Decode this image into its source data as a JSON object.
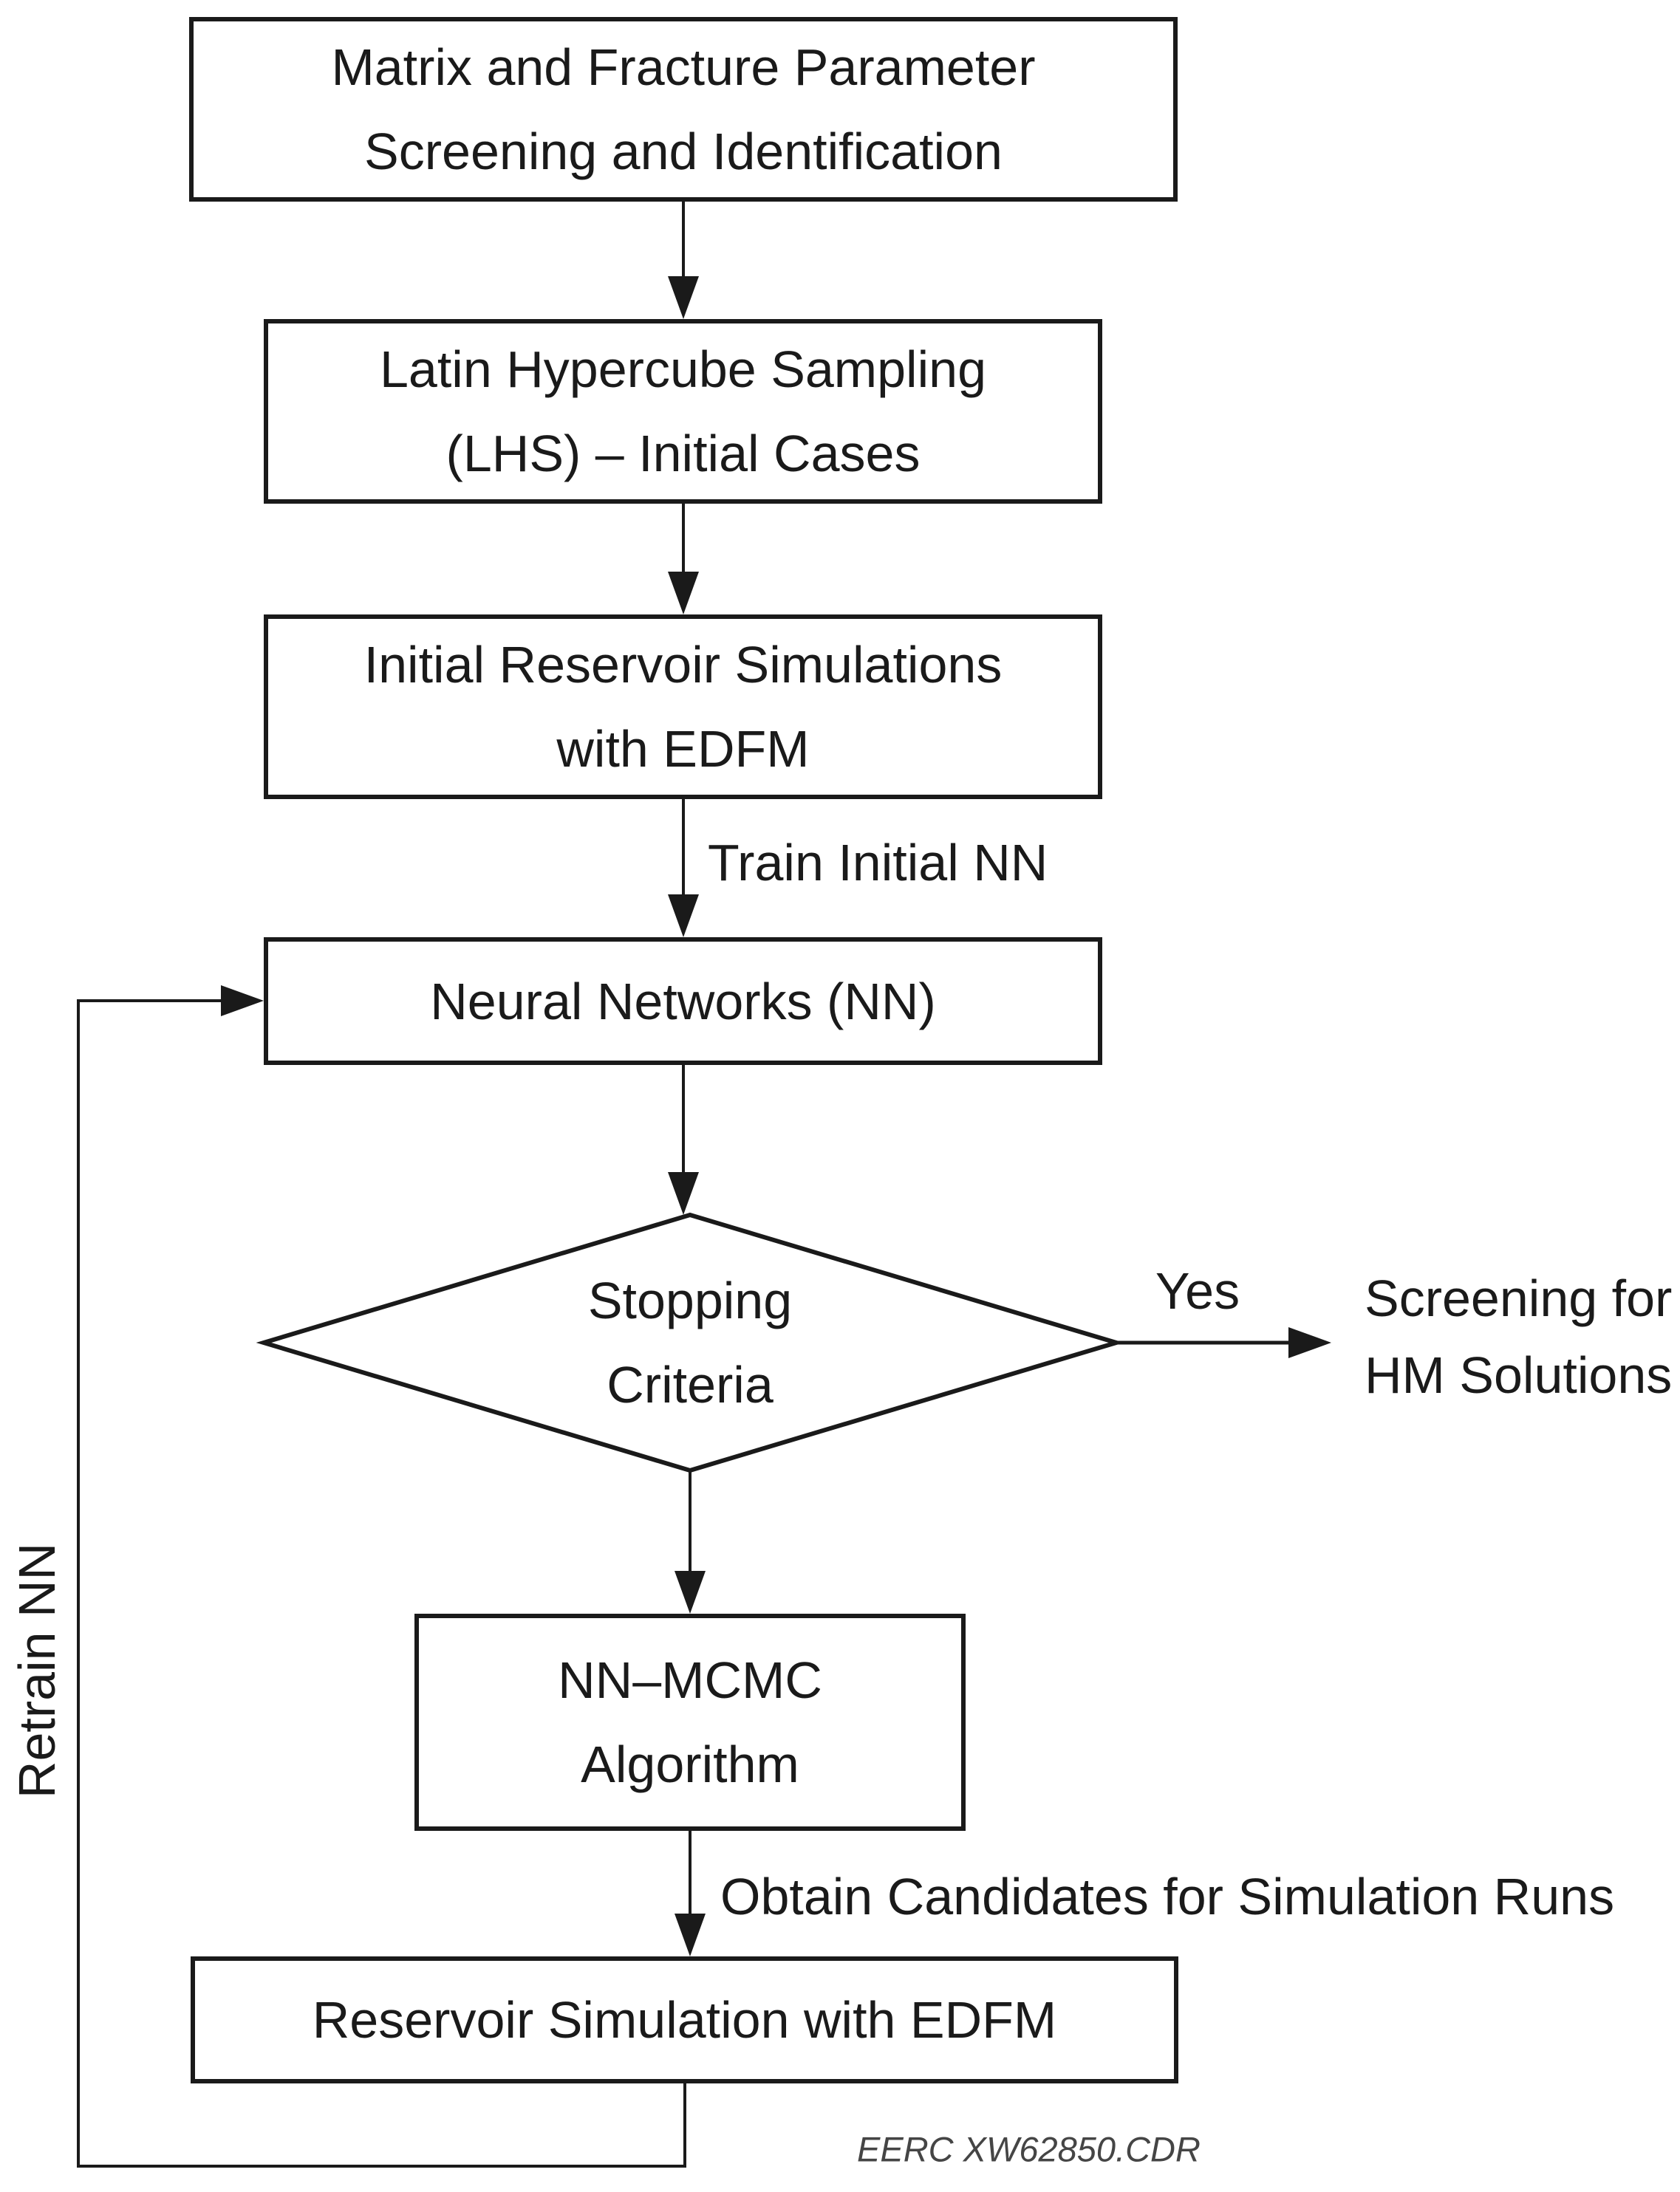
{
  "diagram": {
    "title": "NN-assisted history-matching workflow flowchart",
    "nodes": {
      "screening": {
        "line1": "Matrix and Fracture Parameter",
        "line2": "Screening and Identification"
      },
      "lhs": {
        "line1": "Latin Hypercube Sampling",
        "line2": "(LHS) – Initial Cases"
      },
      "initial_sim": {
        "line1": "Initial Reservoir Simulations",
        "line2": "with EDFM"
      },
      "nn": {
        "line1": "Neural Networks (NN)"
      },
      "stopping": {
        "line1": "Stopping",
        "line2": "Criteria"
      },
      "mcmc": {
        "line1": "NN–MCMC",
        "line2": "Algorithm"
      },
      "reservoir": {
        "line1": "Reservoir Simulation with EDFM"
      }
    },
    "labels": {
      "train_initial_nn": "Train Initial NN",
      "yes": "Yes",
      "screening_hm_line1": "Screening for",
      "screening_hm_line2": "HM Solutions",
      "obtain_candidates": "Obtain Candidates for Simulation Runs",
      "retrain_nn": "Retrain NN",
      "credit": "EERC XW62850.CDR"
    },
    "colors": {
      "ink": "#1a1a1a",
      "background": "#ffffff",
      "credit": "#454545"
    }
  }
}
